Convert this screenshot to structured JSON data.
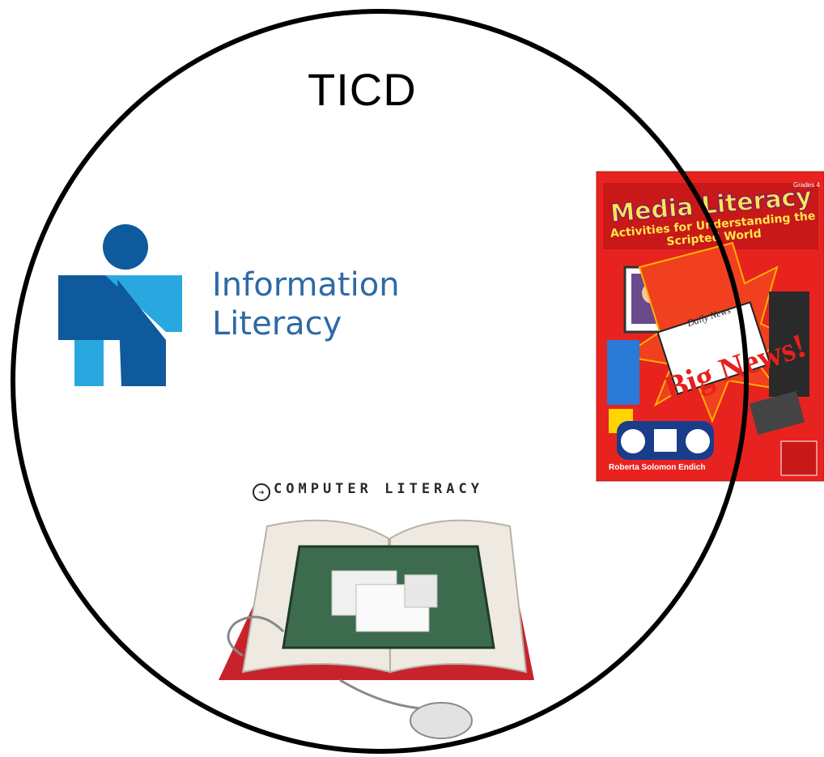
{
  "title": "TICD",
  "information_literacy": {
    "line1": "Information",
    "line2": "Literacy"
  },
  "computer_literacy": {
    "heading": "COMPUTER LITERACY"
  },
  "media_literacy_book": {
    "title": "Media Literacy",
    "subtitle": "Activities for Understanding the Scripted World",
    "grade": "Grades 4",
    "headline_small": "Daily News",
    "headline_big": "Big News!",
    "author": "Roberta Solomon Endich"
  },
  "colors": {
    "circle": "#000000",
    "info_dark_blue": "#0e5a9c",
    "info_light_blue": "#29a8e0",
    "info_text": "#2d6aa6",
    "cover_red": "#e8231f",
    "cover_yellow": "#ffe64a",
    "book_red": "#c8232a",
    "screen_green": "#3d6b4e"
  }
}
